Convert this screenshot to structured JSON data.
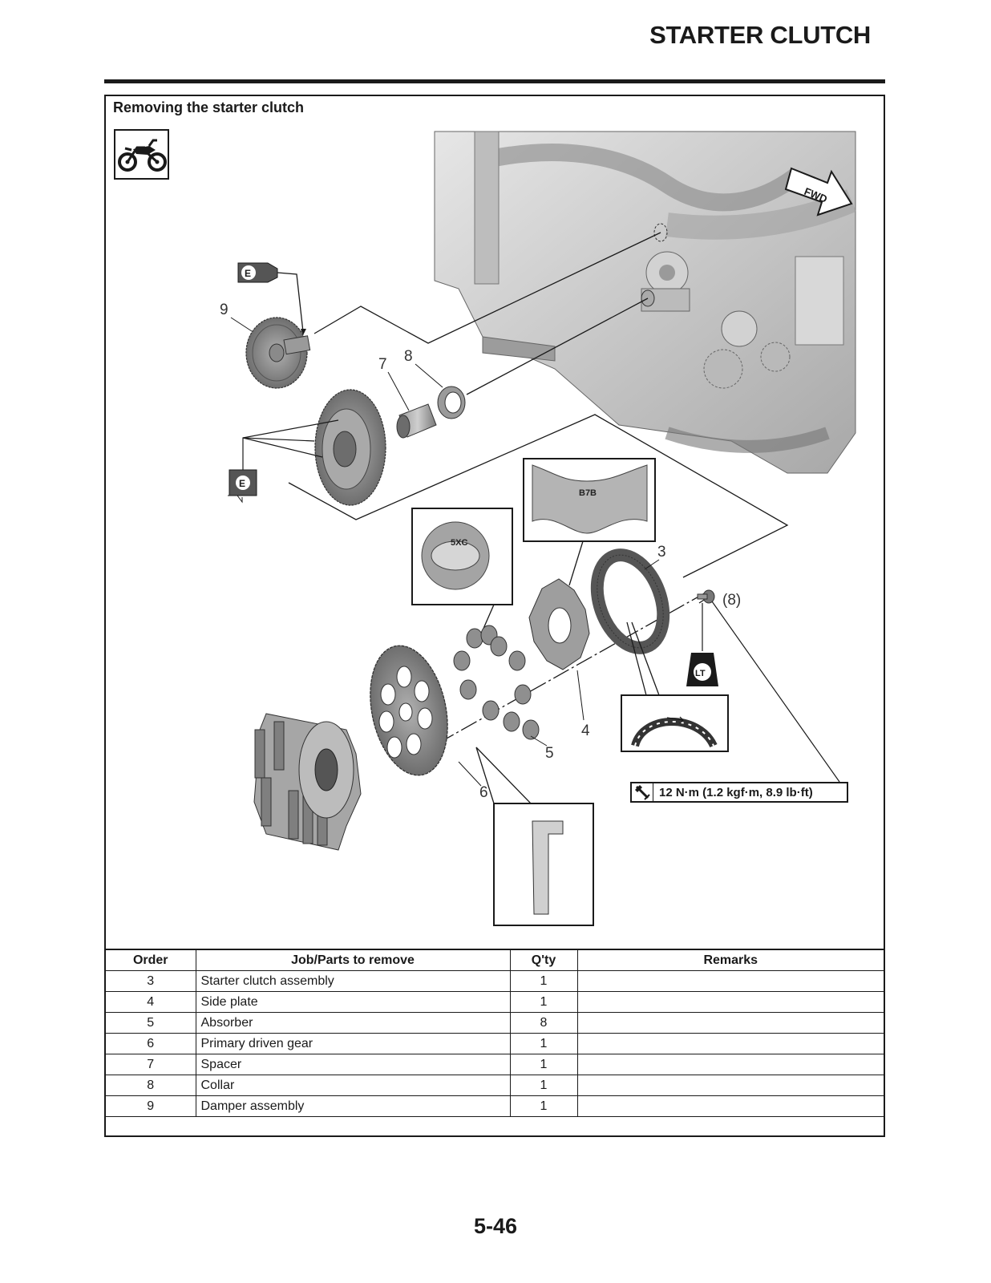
{
  "header": {
    "title": "STARTER CLUTCH"
  },
  "section": {
    "heading": "Removing the starter clutch"
  },
  "icons": {
    "offroad": "motorcycle-icon",
    "oil_top": "oil-can-icon",
    "oil_bottom": "oil-can-icon",
    "locktite": "locktite-icon",
    "forward": "fwd-arrow-icon",
    "torque": "torque-wrench-icon"
  },
  "figure": {
    "fwd_label": "FWD",
    "oil_letter": "E",
    "lt_label": "LT",
    "callouts": {
      "n3": "3",
      "n4": "4",
      "n5": "5",
      "n6": "6",
      "n7": "7",
      "n8": "8",
      "n9": "9",
      "qty8": "(8)"
    },
    "inset_labels": {
      "side_plate": "B7B",
      "absorber": "5XC"
    },
    "torque": "12 N·m (1.2 kgf·m, 8.9 lb·ft)"
  },
  "table": {
    "headers": [
      "Order",
      "Job/Parts to remove",
      "Q'ty",
      "Remarks"
    ],
    "rows": [
      {
        "order": "3",
        "part": "Starter clutch assembly",
        "qty": "1",
        "remarks": ""
      },
      {
        "order": "4",
        "part": "Side plate",
        "qty": "1",
        "remarks": ""
      },
      {
        "order": "5",
        "part": "Absorber",
        "qty": "8",
        "remarks": ""
      },
      {
        "order": "6",
        "part": "Primary driven gear",
        "qty": "1",
        "remarks": ""
      },
      {
        "order": "7",
        "part": "Spacer",
        "qty": "1",
        "remarks": ""
      },
      {
        "order": "8",
        "part": "Collar",
        "qty": "1",
        "remarks": ""
      },
      {
        "order": "9",
        "part": "Damper assembly",
        "qty": "1",
        "remarks": ""
      }
    ]
  },
  "footer": {
    "page_number": "5-46"
  },
  "colors": {
    "ink": "#1a1a1a",
    "part_gray": "#8a8a8a",
    "engine_gray": "#c8c8c8"
  }
}
